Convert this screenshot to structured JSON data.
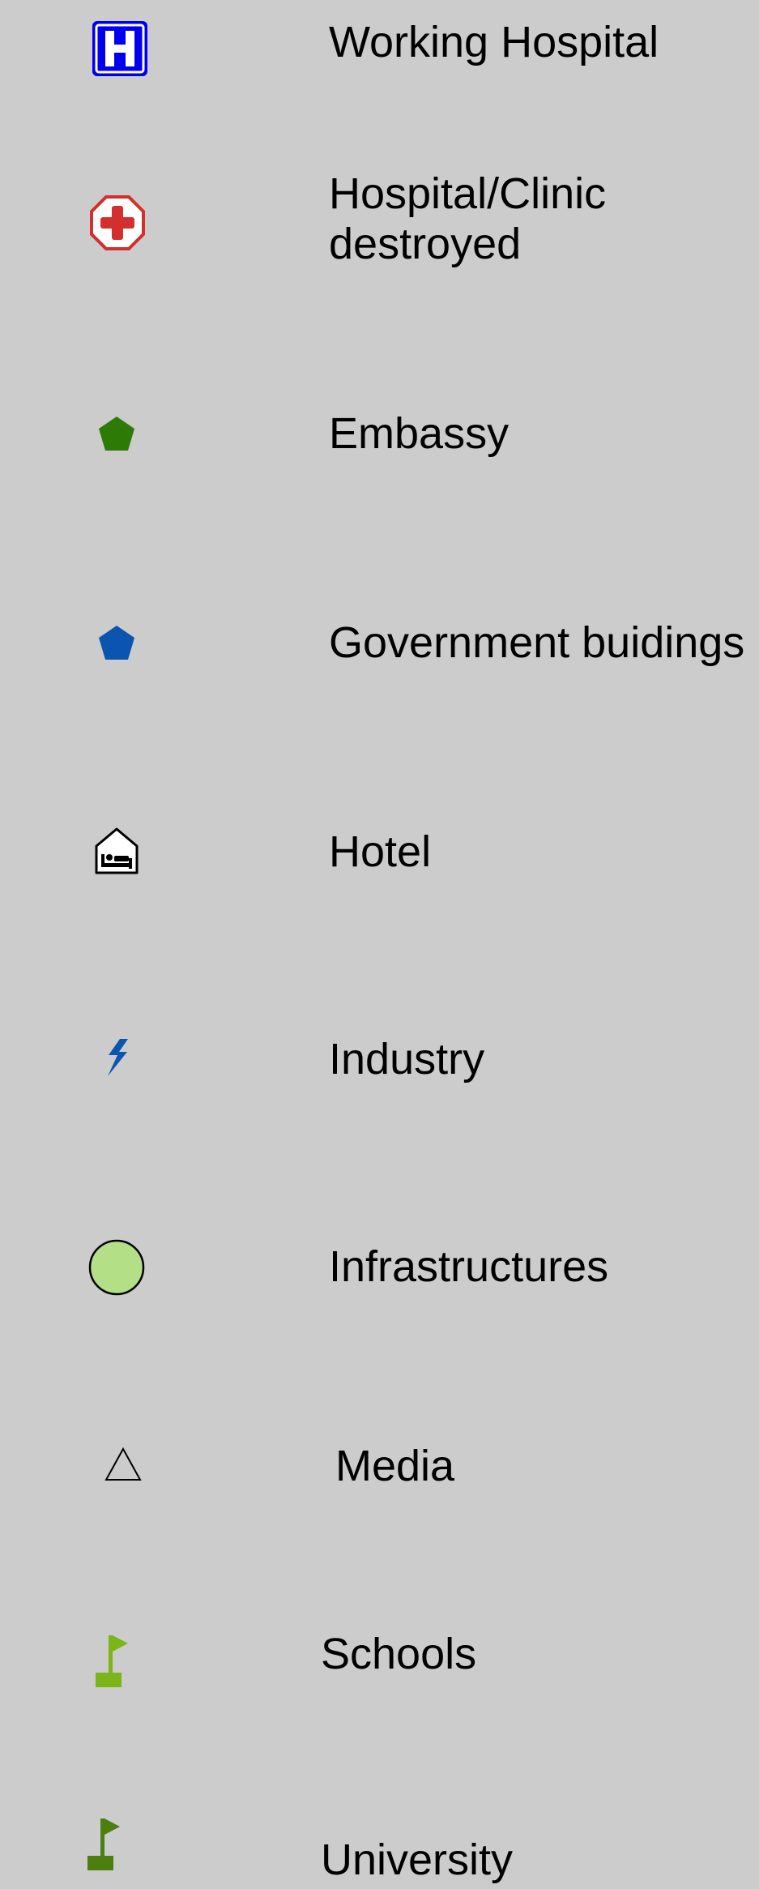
{
  "legend": {
    "items": [
      {
        "label": "Working Hospital",
        "icon": "hospital-h-icon",
        "color": "#0000ee"
      },
      {
        "label_lines": [
          "Hospital/Clinic",
          "destroyed"
        ],
        "icon": "red-cross-octagon-icon",
        "color": "#d32f2f"
      },
      {
        "label": "Embassy",
        "icon": "pentagon-icon",
        "color": "#2d7a06"
      },
      {
        "label": "Government buidings",
        "icon": "pentagon-icon",
        "color": "#0b55b0"
      },
      {
        "label": "Hotel",
        "icon": "hotel-bed-icon",
        "color": "#000000"
      },
      {
        "label": "Industry",
        "icon": "lightning-bolt-icon",
        "color": "#0b55b0"
      },
      {
        "label": "Infrastructures",
        "icon": "circle-icon",
        "color": "#b3e087"
      },
      {
        "label": "Media",
        "icon": "triangle-outline-icon",
        "color": "#000000"
      },
      {
        "label": "Schools",
        "icon": "flag-icon",
        "color": "#7cb518"
      },
      {
        "label": "University",
        "icon": "flag-icon",
        "color": "#4c7e10"
      }
    ]
  }
}
